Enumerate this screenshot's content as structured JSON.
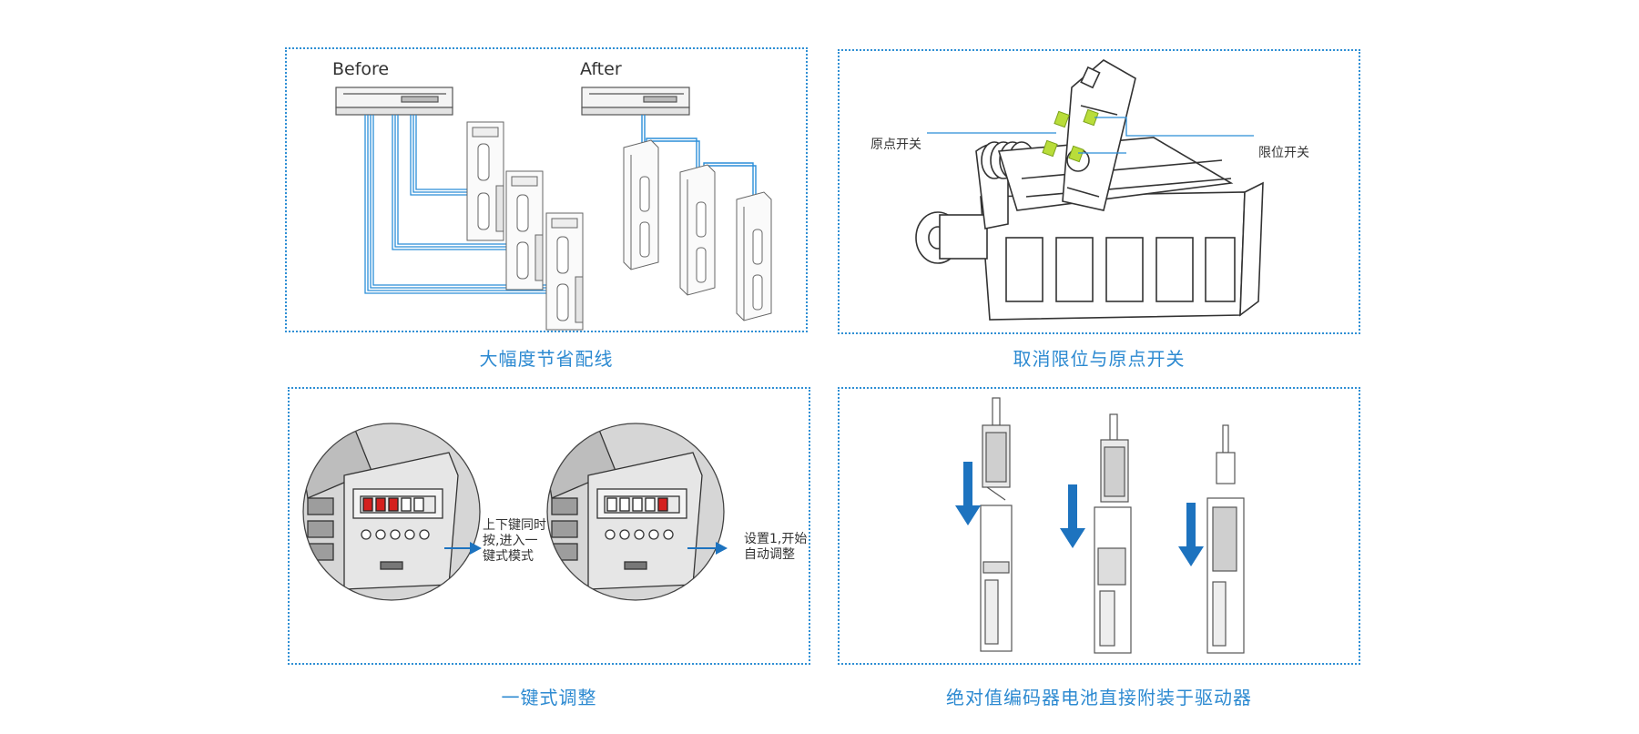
{
  "panels": [
    {
      "caption": "大幅度节省配线",
      "labels": {
        "before": "Before",
        "after": "After"
      }
    },
    {
      "caption": "取消限位与原点开关",
      "labels": {
        "home_switch": "原点开关",
        "limit_switch": "限位开关"
      }
    },
    {
      "caption": "一键式调整",
      "labels": {
        "step1_line1": "上下键同时",
        "step1_line2": "按,进入一",
        "step1_line3": "键式模式",
        "step2_line1": "设置1,开始",
        "step2_line2": "自动调整"
      }
    },
    {
      "caption": "绝对值编码器电池直接附装于驱动器"
    }
  ],
  "colors": {
    "accent": "#2d8ad1",
    "cable": "#2b8ed8",
    "arrow": "#1d73bf",
    "highlight": "#b9dd3a",
    "display_red": "#d4201e"
  }
}
